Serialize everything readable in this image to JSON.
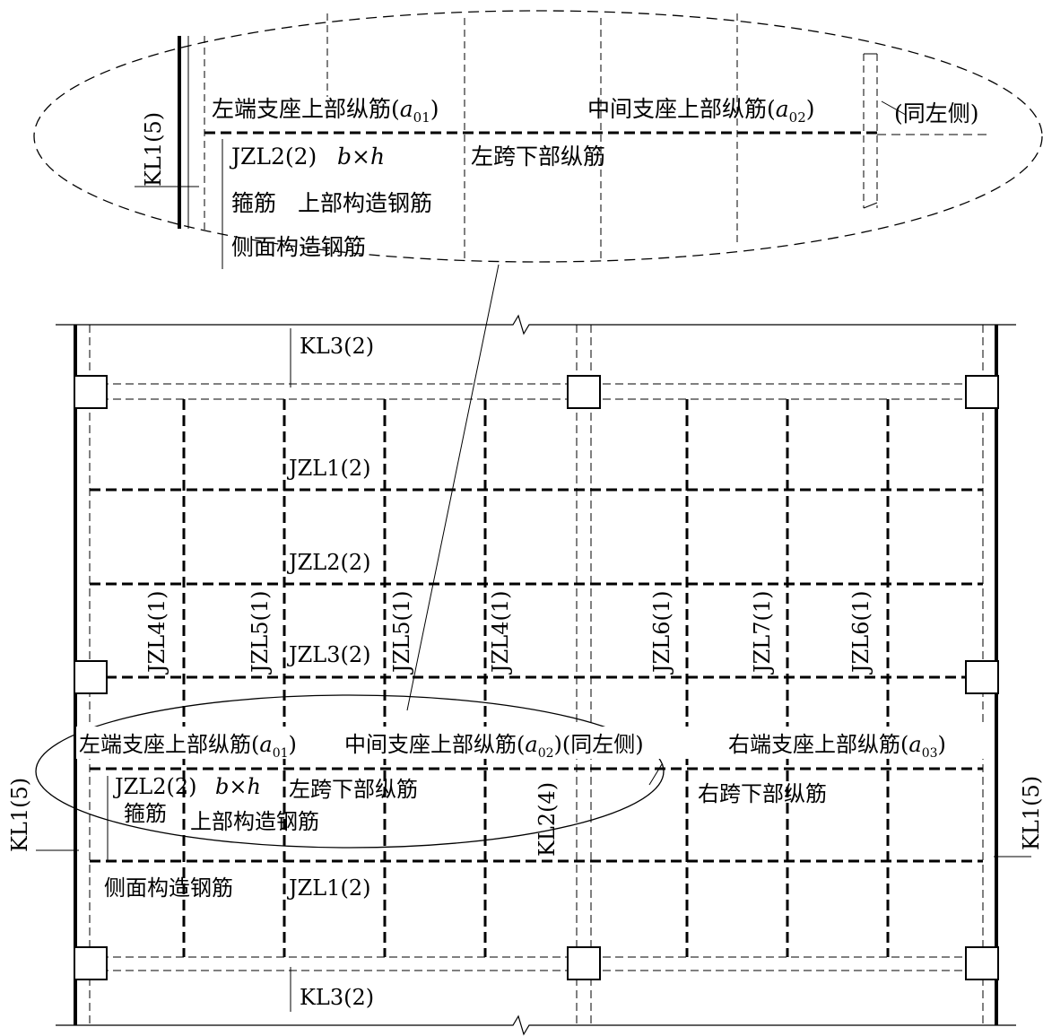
{
  "detail": {
    "kl1": "KL1(5)",
    "left_support_label": "左端支座上部纵筋(",
    "a01_base": "a",
    "a01_sub": "01",
    "close_paren": ")",
    "middle_support_label": "中间支座上部纵筋(",
    "a02_base": "a",
    "a02_sub": "02",
    "same_as_left": "(同左侧)",
    "jzl2": "JZL2(2)",
    "bxh_b": "b",
    "bxh_x": "×",
    "bxh_h": "h",
    "left_span_bottom": "左跨下部纵筋",
    "stirrup": "箍筋",
    "top_constr": "上部构造钢筋",
    "side_constr": "侧面构造钢筋"
  },
  "plan": {
    "kl3_top": "KL3(2)",
    "kl3_bottom": "KL3(2)",
    "kl1_left": "KL1(5)",
    "kl1_right": "KL1(5)",
    "kl2": "KL2(4)",
    "jzl1_top": "JZL1(2)",
    "jzl2": "JZL2(2)",
    "jzl3": "JZL3(2)",
    "jzl1_bottom": "JZL1(2)",
    "vlabels": [
      "JZL4(1)",
      "JZL5(1)",
      "JZL5(1)",
      "JZL4(1)",
      "JZL6(1)",
      "JZL7(1)",
      "JZL6(1)"
    ],
    "note_left_support": "左端支座上部纵筋(",
    "note_a01_base": "a",
    "note_a01_sub": "01",
    "note_close": ")",
    "note_middle_support": "中间支座上部纵筋(",
    "note_a02_base": "a",
    "note_a02_sub": "02",
    "note_same_as_left": ")(同左侧)",
    "note_right_support": "右端支座上部纵筋(",
    "note_a03_base": "a",
    "note_a03_sub": "03",
    "note_close2": ")",
    "note_jzl2": "JZL2(2)",
    "note_bxh_b": "b",
    "note_bxh_x": "×",
    "note_bxh_h": "h",
    "note_left_span": "左跨下部纵筋",
    "note_stirrup": "箍筋",
    "note_top_constr": "上部构造钢筋",
    "note_right_span": "右跨下部纵筋",
    "note_side_constr": "侧面构造钢筋"
  }
}
